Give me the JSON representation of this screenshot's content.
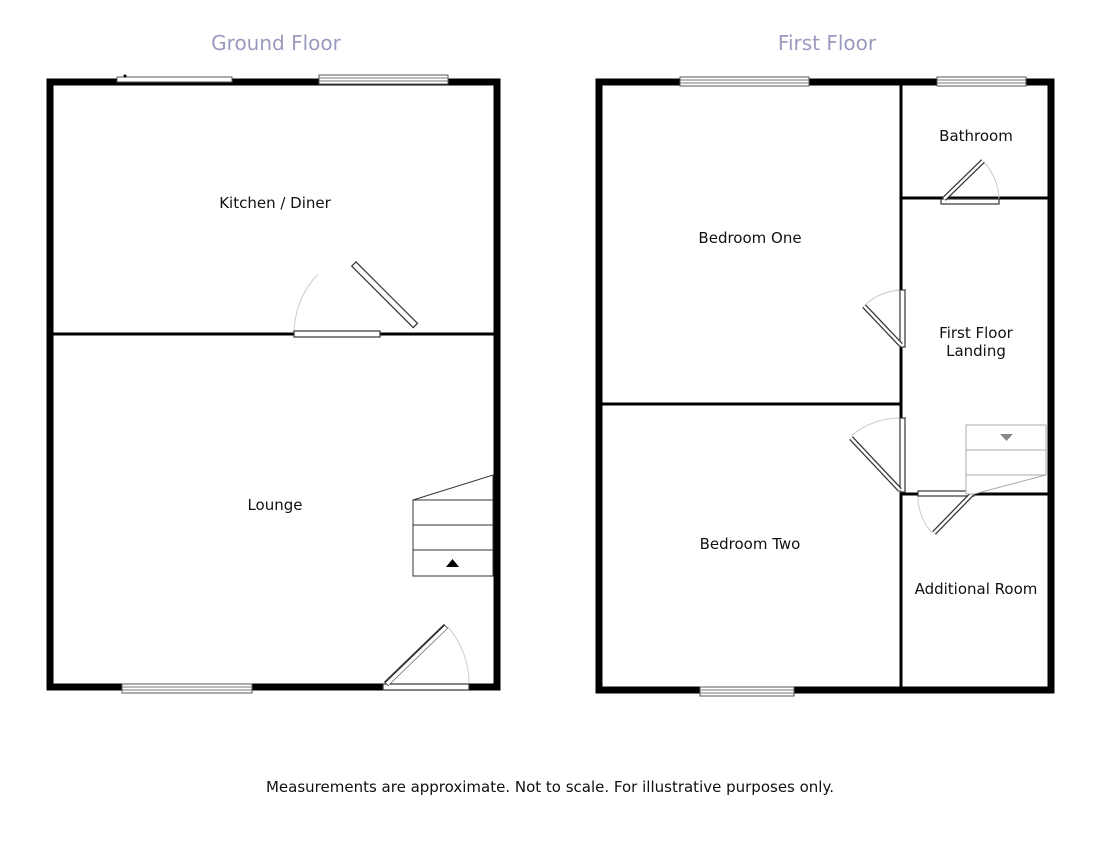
{
  "floors": [
    {
      "title": "Ground Floor",
      "rooms": [
        "Kitchen / Diner",
        "Lounge"
      ]
    },
    {
      "title": "First Floor",
      "rooms": [
        "Bathroom",
        "Bedroom One",
        "First Floor",
        "Landing",
        "Bedroom Two",
        "Additional Room"
      ]
    }
  ],
  "footer": {
    "note": "Measurements are approximate. Not to scale. For illustrative purposes only."
  }
}
